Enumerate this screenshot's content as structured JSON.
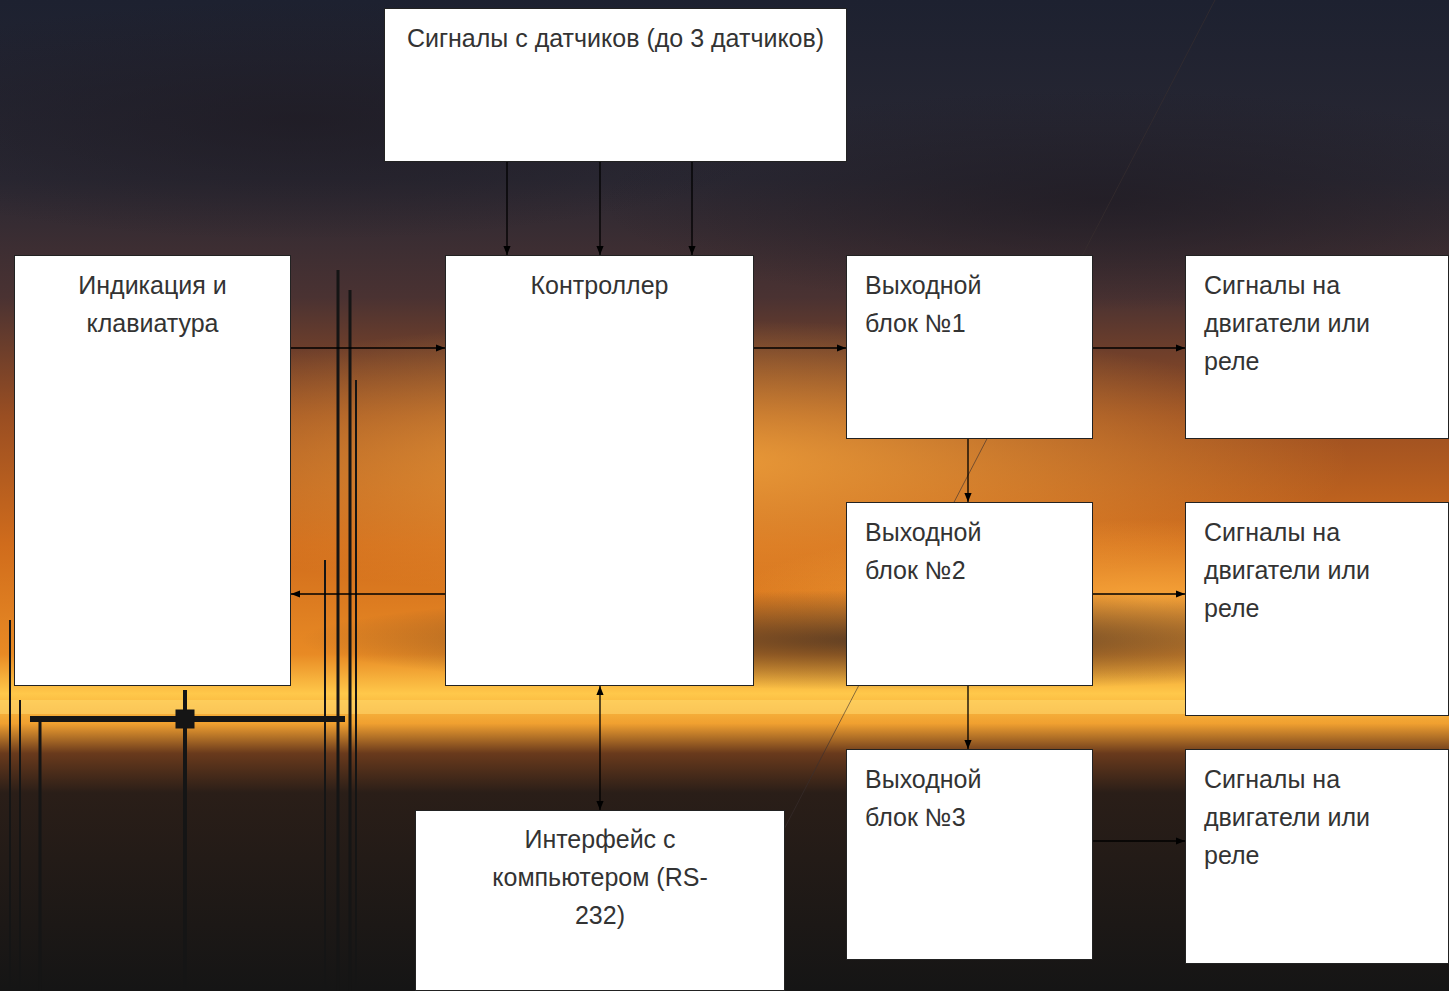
{
  "diagram": {
    "nodes": [
      {
        "text": [
          "Сигналы с датчиков (до 3 датчиков)"
        ]
      },
      {
        "text": [
          "Индикация и клавиатура"
        ]
      },
      {
        "text": [
          "Контроллер"
        ]
      },
      {
        "text": [
          "Выходной блок №1"
        ]
      },
      {
        "text": [
          "Сигналы на двигатели или реле"
        ]
      },
      {
        "text": [
          "Выходной блок №2"
        ]
      },
      {
        "text": [
          "Сигналы на двигатели или реле"
        ]
      },
      {
        "text": [
          "Выходной блок №3"
        ]
      },
      {
        "text": [
          "Сигналы на двигатели или реле"
        ]
      },
      {
        "text": [
          "Интерфейс с компьютером (RS-232)"
        ]
      }
    ],
    "edges": [
      {
        "from": 0,
        "to": 2,
        "arrow": "to"
      },
      {
        "from": 0,
        "to": 2,
        "arrow": "to"
      },
      {
        "from": 0,
        "to": 2,
        "arrow": "to"
      },
      {
        "from": 1,
        "to": 2,
        "arrow": "to"
      },
      {
        "from": 2,
        "to": 1,
        "arrow": "to"
      },
      {
        "from": 2,
        "to": 3,
        "arrow": "to"
      },
      {
        "from": 3,
        "to": 4,
        "arrow": "to"
      },
      {
        "from": 3,
        "to": 5,
        "arrow": "to"
      },
      {
        "from": 5,
        "to": 6,
        "arrow": "to"
      },
      {
        "from": 5,
        "to": 7,
        "arrow": "to"
      },
      {
        "from": 7,
        "to": 8,
        "arrow": "to"
      },
      {
        "from": 2,
        "to": 9,
        "arrow": "both"
      }
    ]
  }
}
